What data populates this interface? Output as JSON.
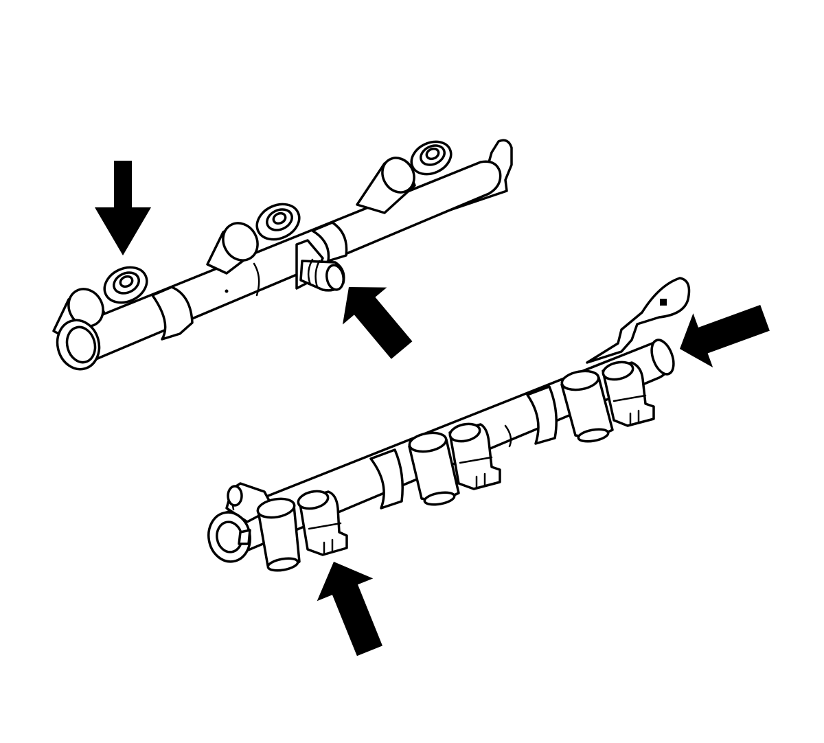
{
  "figure": {
    "background": "#ffffff",
    "line_color": "#000000",
    "arrow_color": "#000000",
    "parts": [
      "upper-fuel-rail",
      "lower-fuel-rail"
    ],
    "arrows": [
      {
        "name": "arrow-upper-left-down",
        "direction": "down"
      },
      {
        "name": "arrow-upper-right-inlet",
        "direction": "up-left"
      },
      {
        "name": "arrow-lower-right-end",
        "direction": "left"
      },
      {
        "name": "arrow-lower-left-up",
        "direction": "up"
      }
    ]
  }
}
